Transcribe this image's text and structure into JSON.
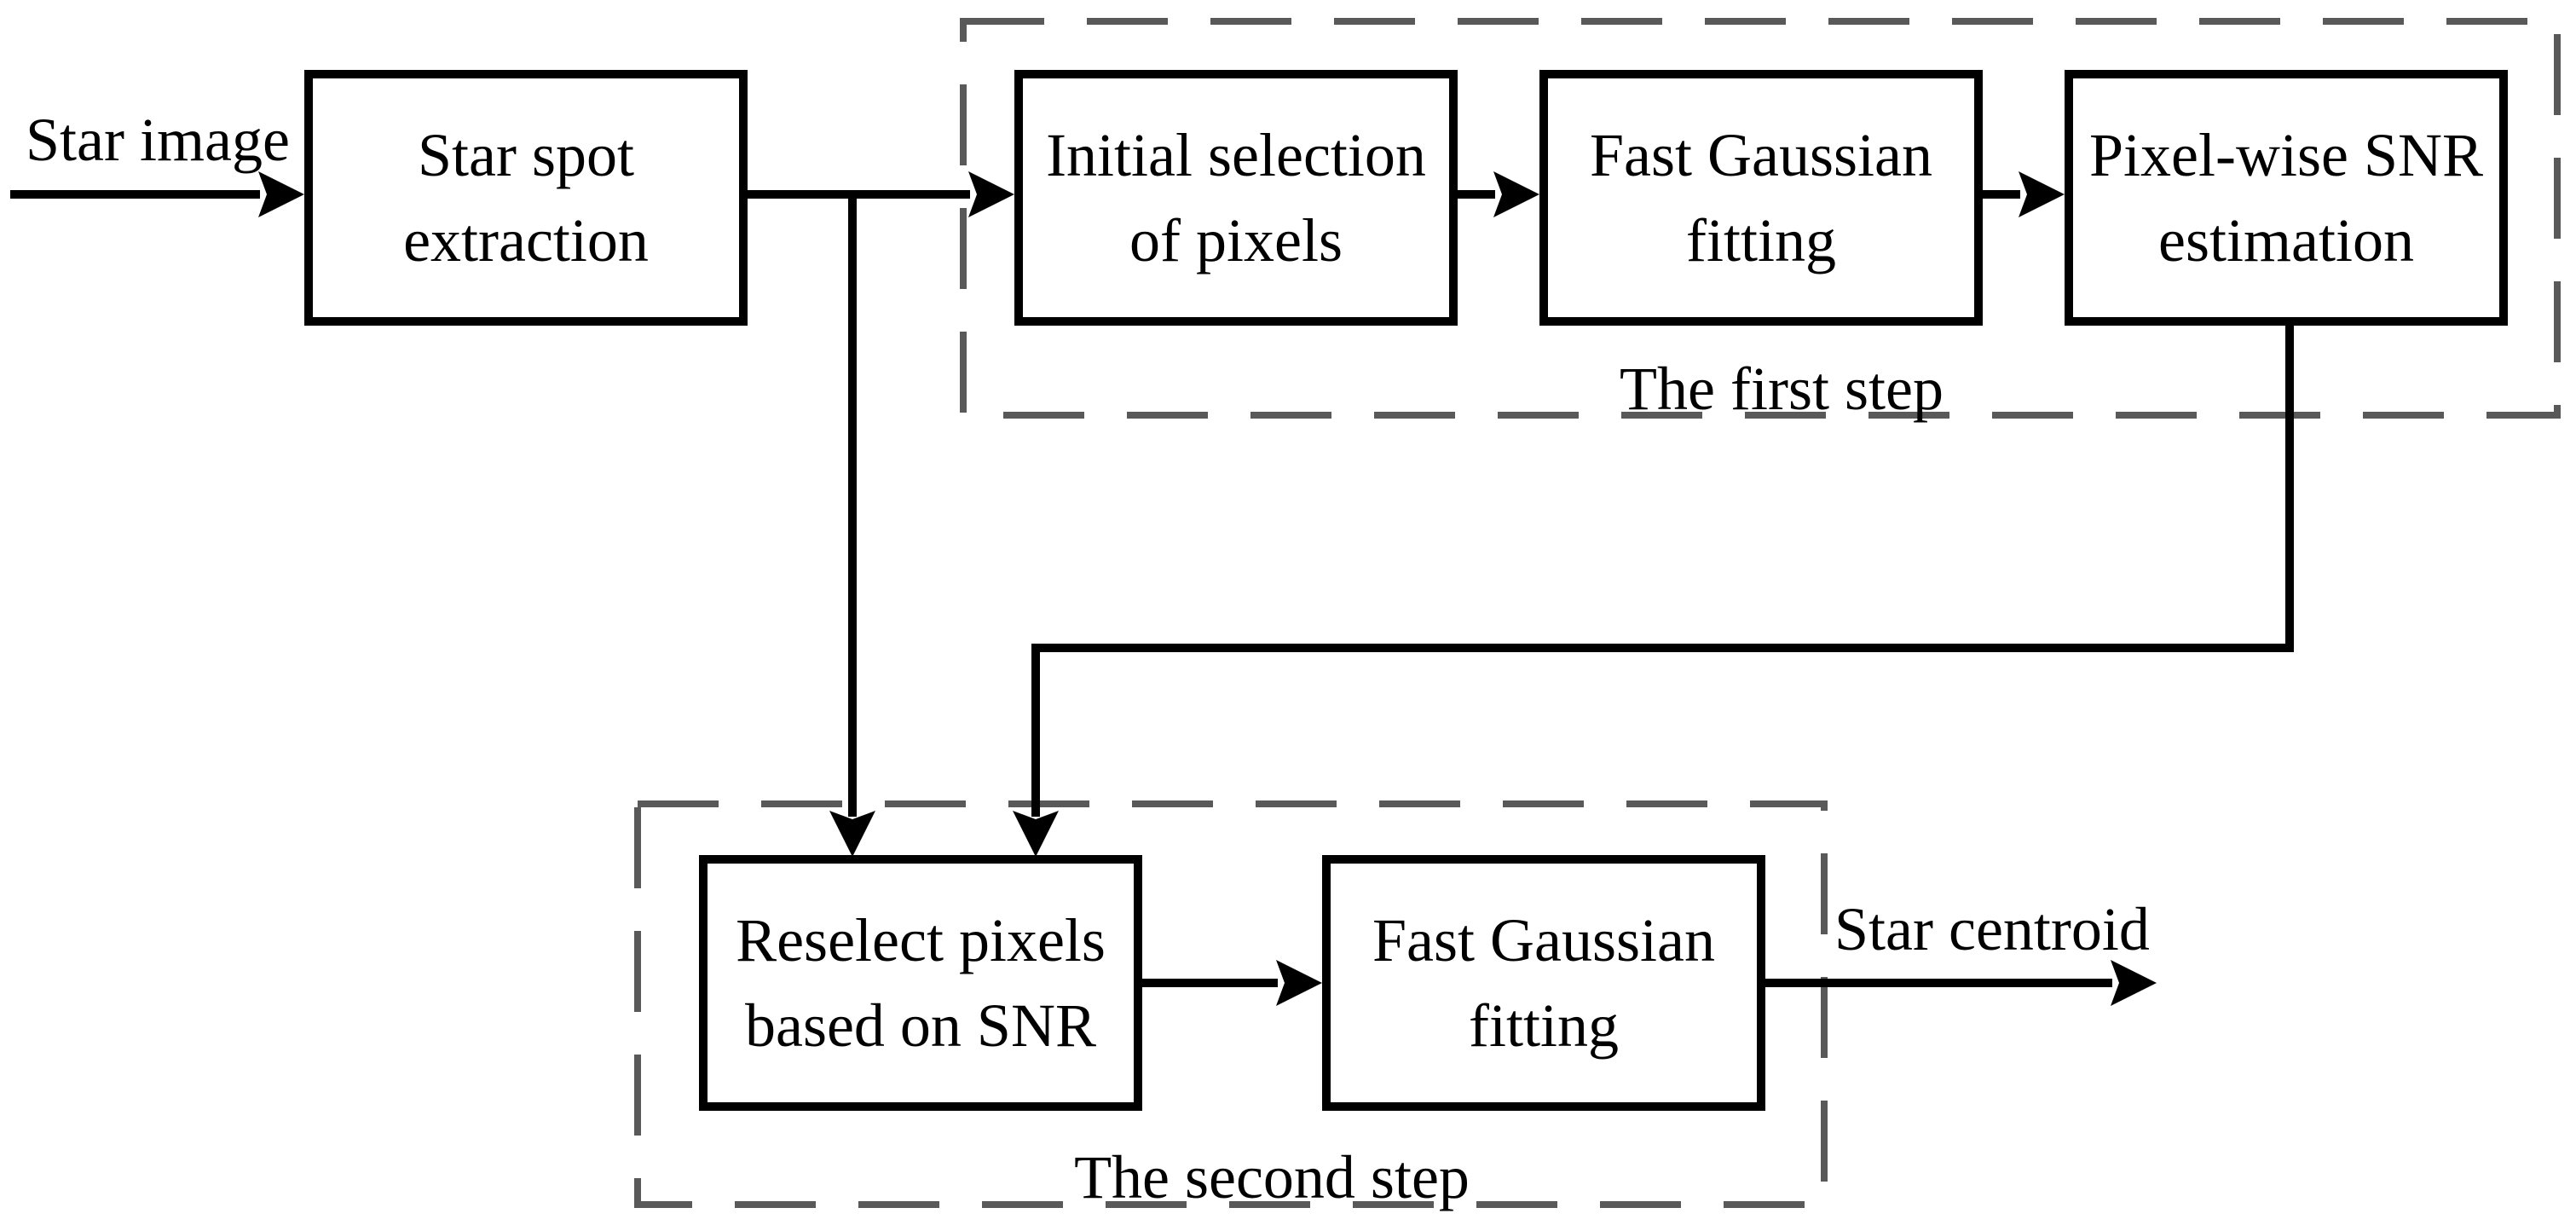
{
  "figure": {
    "colors": {
      "line": "#000000",
      "dash": "#595959",
      "background": "#ffffff",
      "text": "#000000"
    }
  },
  "labels": {
    "star_image": "Star image",
    "star_centroid": "Star centroid",
    "first_step": "The first step",
    "second_step": "The second step"
  },
  "boxes": {
    "star_spot": {
      "line1": "Star spot",
      "line2": "extraction"
    },
    "initial_selection": {
      "line1": "Initial selection",
      "line2": "of pixels"
    },
    "fast_gaussian_1": {
      "line1": "Fast Gaussian",
      "line2": "fitting"
    },
    "pixel_wise_snr": {
      "line1": "Pixel-wise SNR",
      "line2": "estimation"
    },
    "reselect_pixels": {
      "line1": "Reselect pixels",
      "line2": "based on SNR"
    },
    "fast_gaussian_2": {
      "line1": "Fast Gaussian",
      "line2": "fitting"
    }
  }
}
